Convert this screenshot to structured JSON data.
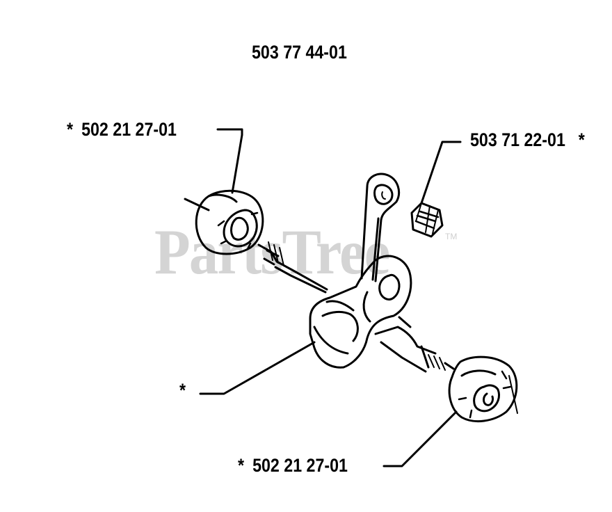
{
  "diagram": {
    "assembly_part_number": "503 77 44-01",
    "watermark": "PartsTree",
    "watermark_mark": "TM",
    "callouts": [
      {
        "id": "bearing-upper",
        "star": "*",
        "part_number": "502 21 27-01"
      },
      {
        "id": "needle-bearing",
        "star": "*",
        "part_number": "503 71 22-01"
      },
      {
        "id": "crankshaft",
        "star": "*",
        "part_number": ""
      },
      {
        "id": "bearing-lower",
        "star": "*",
        "part_number": "502 21 27-01"
      }
    ]
  }
}
